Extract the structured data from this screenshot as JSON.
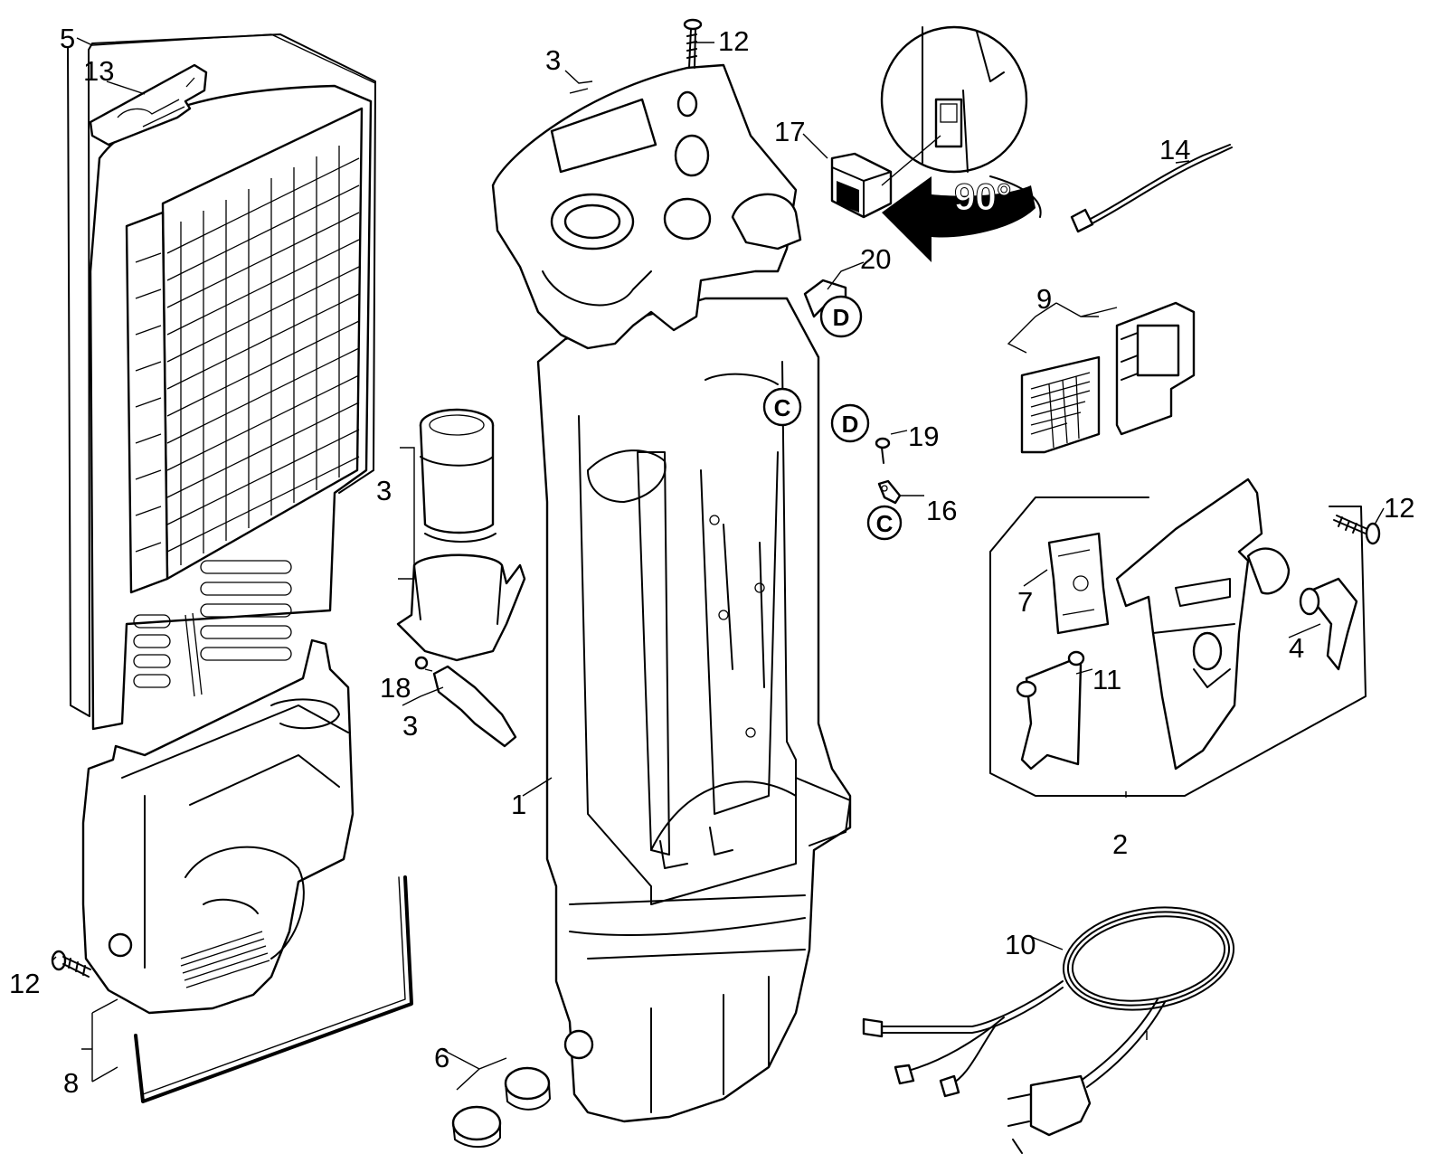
{
  "callouts": [
    {
      "id": "c5",
      "text": "5"
    },
    {
      "id": "c13",
      "text": "13"
    },
    {
      "id": "c3a",
      "text": "3"
    },
    {
      "id": "c12a",
      "text": "12"
    },
    {
      "id": "c17",
      "text": "17"
    },
    {
      "id": "c14",
      "text": "14"
    },
    {
      "id": "c20",
      "text": "20"
    },
    {
      "id": "c9",
      "text": "9"
    },
    {
      "id": "c19",
      "text": "19"
    },
    {
      "id": "c16",
      "text": "16"
    },
    {
      "id": "c3b",
      "text": "3"
    },
    {
      "id": "c18",
      "text": "18"
    },
    {
      "id": "c3c",
      "text": "3"
    },
    {
      "id": "c12b",
      "text": "12"
    },
    {
      "id": "c7",
      "text": "7"
    },
    {
      "id": "c4",
      "text": "4"
    },
    {
      "id": "c11",
      "text": "11"
    },
    {
      "id": "c2",
      "text": "2"
    },
    {
      "id": "c1",
      "text": "1"
    },
    {
      "id": "c10",
      "text": "10"
    },
    {
      "id": "c12c",
      "text": "12"
    },
    {
      "id": "c8",
      "text": "8"
    },
    {
      "id": "c6",
      "text": "6"
    }
  ],
  "rotation_label": "90°",
  "badges": {
    "d_top": "D",
    "c_mid": "C",
    "d_mid": "D",
    "c_low": "C"
  }
}
